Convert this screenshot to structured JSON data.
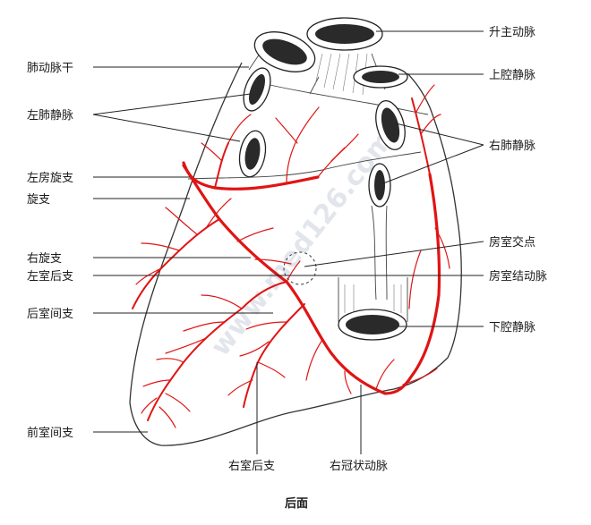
{
  "caption": "后面",
  "watermark": "www.med126.com",
  "labels": {
    "ascending_aorta": "升主动脉",
    "pulmonary_trunk": "肺动脉干",
    "superior_vena_cava": "上腔静脉",
    "left_pulmonary_veins": "左肺静脉",
    "right_pulmonary_veins": "右肺静脉",
    "left_atrial_circumflex": "左房旋支",
    "circumflex_branch": "旋支",
    "crux": "房室交点",
    "right_circumflex": "右旋支",
    "av_node_artery": "房室结动脉",
    "left_posterior_ventricular": "左室后支",
    "posterior_interventricular": "后室间支",
    "inferior_vena_cava": "下腔静脉",
    "anterior_interventricular": "前室间支",
    "right_posterior_ventricular": "右室后支",
    "right_coronary_artery": "右冠状动脉"
  },
  "colors": {
    "artery": "#e01414",
    "outline": "#333333"
  }
}
